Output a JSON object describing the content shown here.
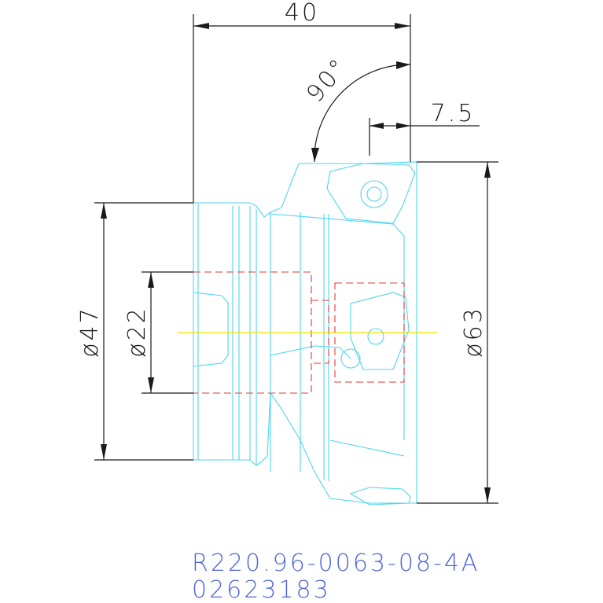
{
  "drawing": {
    "dimensions": {
      "overall_length": "40",
      "insert_angle": "90°",
      "cutting_depth": "7.5",
      "shank_diameter": "ø47",
      "bore_diameter": "ø22",
      "cutter_diameter": "ø63"
    },
    "part_number": "R220.96-0063-08-4A",
    "order_code": "02623183",
    "colors": {
      "part_outline": "#4fd4ee",
      "hidden_lines": "#e23a3a",
      "center_axis": "#f0e000",
      "dimension_lines": "#1a1a1a",
      "part_label": "#4f63d8"
    }
  }
}
